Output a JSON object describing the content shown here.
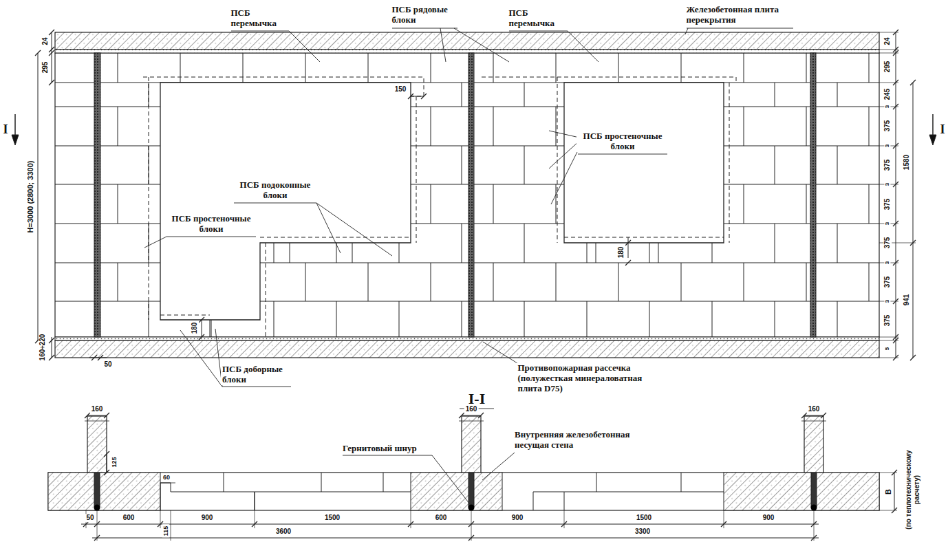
{
  "diagram": {
    "labels": [
      "ПСБ перемычка",
      "ПСБ рядовые блоки",
      "ПСБ перемычка",
      "Железобетонная плита перекрытия",
      "ПСБ простеночные блоки",
      "ПСБ подоконные блоки",
      "ПСБ простеночные блоки",
      "ПСБ доборные блоки",
      "Противопожарная рассечка (полужесткая минераловатная плита D75)",
      "I-I",
      "Внутренняя железобетонная несущая стена",
      "Гернитовый шнур",
      "I",
      "I",
      "H=3000 (2800; 3300)",
      "160÷220",
      "24",
      "295",
      "50",
      "150",
      "180",
      "180",
      "24",
      "295",
      "245",
      "3",
      "375",
      "3",
      "375",
      "3",
      "375",
      "3",
      "375",
      "3",
      "375",
      "3",
      "375",
      "5",
      "1580",
      "941",
      "160",
      "160",
      "160",
      "125",
      "60",
      "50",
      "600",
      "900",
      "1500",
      "600",
      "900",
      "1500",
      "900",
      "115",
      "3600",
      "3300",
      "В",
      "(по теплотехническому расчету)"
    ]
  }
}
